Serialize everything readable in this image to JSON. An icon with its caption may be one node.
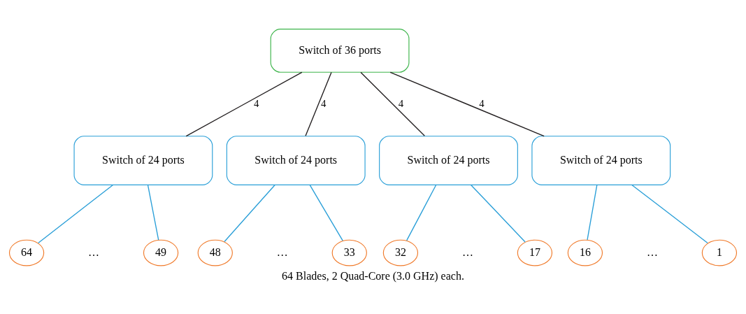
{
  "diagram": {
    "caption": "64 Blades, 2 Quad-Core (3.0 GHz) each.",
    "nodes": [
      {
        "text": [
          "Switch of 36 ports"
        ]
      },
      {
        "text": [
          "Switch of 24 ports"
        ]
      },
      {
        "text": [
          "Switch of 24 ports"
        ]
      },
      {
        "text": [
          "Switch of 24 ports"
        ]
      },
      {
        "text": [
          "Switch of 24 ports"
        ]
      },
      {
        "text": [
          "64"
        ]
      },
      {
        "text": [
          "49"
        ]
      },
      {
        "text": [
          "48"
        ]
      },
      {
        "text": [
          "33"
        ]
      },
      {
        "text": [
          "32"
        ]
      },
      {
        "text": [
          "17"
        ]
      },
      {
        "text": [
          "16"
        ]
      },
      {
        "text": [
          "1"
        ]
      }
    ],
    "edges": [
      {
        "from": 0,
        "to": 1,
        "arrow": "none",
        "label": "4",
        "color": "#231f20"
      },
      {
        "from": 0,
        "to": 2,
        "arrow": "none",
        "label": "4",
        "color": "#231f20"
      },
      {
        "from": 0,
        "to": 3,
        "arrow": "none",
        "label": "4",
        "color": "#231f20"
      },
      {
        "from": 0,
        "to": 4,
        "arrow": "none",
        "label": "4",
        "color": "#231f20"
      },
      {
        "from": 1,
        "to": 5,
        "arrow": "none"
      },
      {
        "from": 1,
        "to": 6,
        "arrow": "none"
      },
      {
        "from": 2,
        "to": 7,
        "arrow": "none"
      },
      {
        "from": 2,
        "to": 8,
        "arrow": "none"
      },
      {
        "from": 3,
        "to": 9,
        "arrow": "none"
      },
      {
        "from": 3,
        "to": 10,
        "arrow": "none"
      },
      {
        "from": 4,
        "to": 11,
        "arrow": "none"
      },
      {
        "from": 4,
        "to": 12,
        "arrow": "none"
      }
    ],
    "labels": [
      "…",
      "…",
      "…",
      "…"
    ]
  }
}
